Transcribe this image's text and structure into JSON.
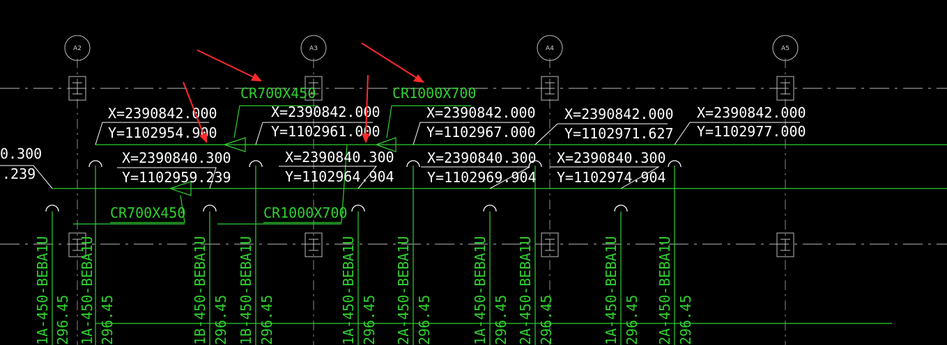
{
  "axes": [
    "A2",
    "A3",
    "A4",
    "A5"
  ],
  "partial_labels": [
    "0.300",
    ".239"
  ],
  "coord_pairs": [
    {
      "x": "X=2390842.000",
      "y": "Y=1102954.900"
    },
    {
      "x": "X=2390842.000",
      "y": "Y=1102961.000"
    },
    {
      "x": "X=2390842.000",
      "y": "Y=1102967.000"
    },
    {
      "x": "X=2390842.000",
      "y": "Y=1102971.627"
    },
    {
      "x": "X=2390842.000",
      "y": "Y=1102977.000"
    },
    {
      "x": "X=2390840.300",
      "y": "Y=1102959.239"
    },
    {
      "x": "X=2390840.300",
      "y": "Y=1102964.904"
    },
    {
      "x": "X=2390840.300",
      "y": "Y=1102969.904"
    },
    {
      "x": "X=2390840.300",
      "y": "Y=1102974.904"
    }
  ],
  "duct_labels": [
    "CR700X450",
    "CR1000X700",
    "CR700X450",
    "CR1000X700"
  ],
  "vertical_labels": [
    "1A-450-BEBA1U",
    "296.45",
    "1A-450-BEBA1U",
    "296.45",
    "1B-450-BEBA1U",
    "296.45",
    "1B-450-BEBA1U",
    "296.45",
    "1A-450-BEBA1U",
    "296.45",
    "2A-450-BEBA1U",
    "296.45",
    "1A-450-BEBA1U",
    "296.45",
    "2A-450-BEBA1U",
    "296.45",
    "1A-450-BEBA1U",
    "296.45",
    "2A-450-BEBA1U",
    "296.45"
  ],
  "colors": {
    "background": "#000000",
    "pipe": "#2fd12f",
    "text": "#ffffff",
    "axis": "#bdbdbd",
    "arrow": "#ff2a2a"
  }
}
